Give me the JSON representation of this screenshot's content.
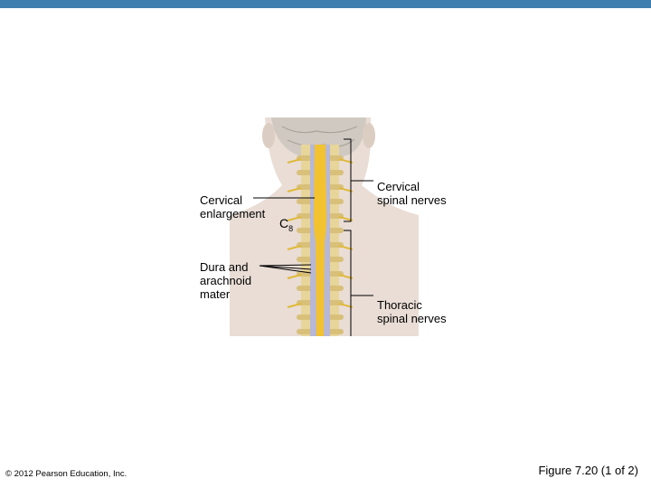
{
  "labels": {
    "cervical_enlargement": "Cervical\nenlargement",
    "c8": "C",
    "c8_sub": "8",
    "dura": "Dura and\narachnoid\nmater",
    "cervical_nerves": "Cervical\nspinal nerves",
    "thoracic_nerves": "Thoracic\nspinal nerves"
  },
  "footer": {
    "copyright": "© 2012 Pearson Education, Inc.",
    "figure": "Figure 7.20 (1 of 2)"
  },
  "colors": {
    "header_bar": "#3f7fb0",
    "skin": "#e9ddd5",
    "brain": "#cfc9c2",
    "bone": "#e8d59a",
    "cord": "#f2c230",
    "dura": "#b7b8d6"
  }
}
